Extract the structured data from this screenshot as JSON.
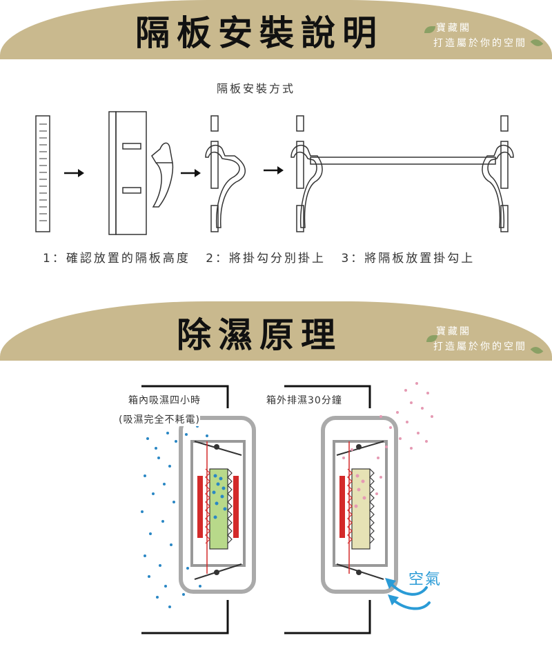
{
  "section1": {
    "title": "隔板安裝說明",
    "brand_line1": "寶藏閣",
    "brand_line2": "打造屬於你的空間",
    "subtitle": "隔板安裝方式",
    "steps": [
      "1：確認放置的隔板高度",
      "2：將掛勾分別掛上",
      "3：將隔板放置掛勾上"
    ]
  },
  "section2": {
    "title": "除濕原理",
    "brand_line1": "寶藏閣",
    "brand_line2": "打造屬於你的空間",
    "label_inside_1": "箱內吸濕四小時",
    "label_inside_2": "(吸濕完全不耗電)",
    "label_outside": "箱外排濕30分鐘",
    "air_label": "空氣"
  },
  "colors": {
    "banner": "#c9b98e",
    "moisture_blue": "#2a87c4",
    "moisture_pink": "#e59ab3",
    "heater_red": "#d32a2a",
    "desiccant_green": "#b8d98a",
    "air_blue": "#2a9bd6"
  }
}
